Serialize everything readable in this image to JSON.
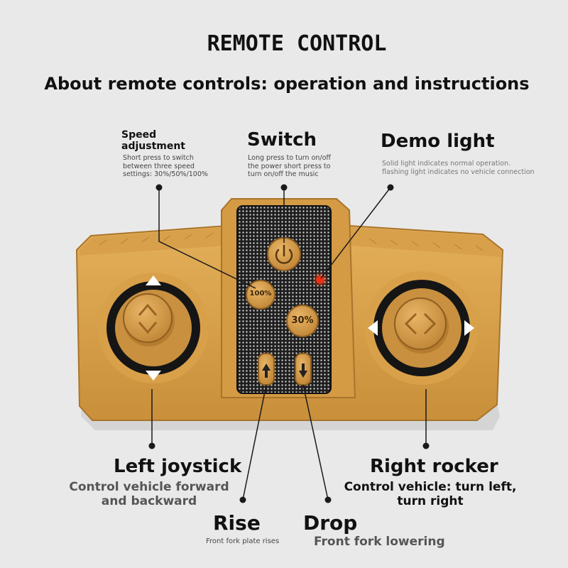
{
  "header": {
    "title": "REMOTE CONTROL",
    "subtitle": "About remote controls: operation and instructions"
  },
  "callouts": {
    "speed": {
      "title_line1": "Speed",
      "title_line2": "adjustment",
      "desc_lines": [
        "Short press to switch",
        "between three speed",
        "settings: 30%/50%/100%"
      ]
    },
    "switch": {
      "title": "Switch",
      "desc_lines": [
        "Long press to turn on/off",
        "the power short press to",
        "turn on/off the music"
      ]
    },
    "demo": {
      "title": "Demo light",
      "desc_lines": [
        "Solid light indicates normal operation.",
        "flashing light indicates no vehicle connection"
      ]
    },
    "left_joystick": {
      "title": "Left joystick",
      "desc_lines": [
        "Control vehicle forward",
        "and backward"
      ]
    },
    "right_rocker": {
      "title": "Right rocker",
      "desc_lines": [
        "Control vehicle: turn left,",
        "turn right"
      ]
    },
    "rise": {
      "title": "Rise",
      "desc": "Front fork plate rises"
    },
    "drop": {
      "title": "Drop",
      "desc": "Front fork lowering"
    }
  },
  "device": {
    "speed_button_label": "100%",
    "speed_button2_label": "30%",
    "body_color": "#d9a04a",
    "body_shadow_color": "#b07a2c",
    "panel_color": "#2a2a2a",
    "led_color": "#e02a10"
  }
}
